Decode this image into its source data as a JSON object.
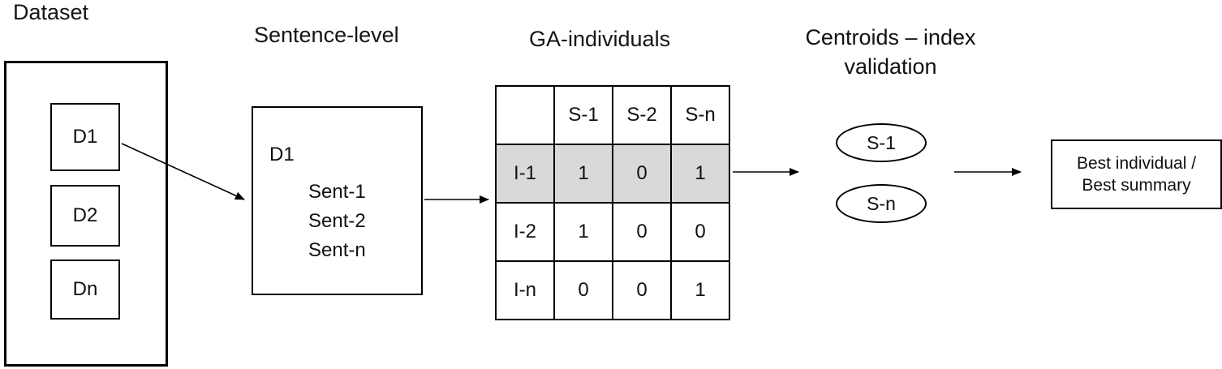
{
  "dataset": {
    "title": "Dataset",
    "items": [
      "D1",
      "D2",
      "Dn"
    ]
  },
  "sentence_level": {
    "title": "Sentence-level",
    "doc_label": "D1",
    "sentences": [
      "Sent-1",
      "Sent-2",
      "Sent-n"
    ]
  },
  "ga_individuals": {
    "title": "GA-individuals",
    "headers": [
      "",
      "S-1",
      "S-2",
      "S-n"
    ],
    "rows": [
      {
        "label": "I-1",
        "values": [
          "1",
          "0",
          "1"
        ],
        "highlighted": true
      },
      {
        "label": "I-2",
        "values": [
          "1",
          "0",
          "0"
        ],
        "highlighted": false
      },
      {
        "label": "I-n",
        "values": [
          "0",
          "0",
          "1"
        ],
        "highlighted": false
      }
    ]
  },
  "centroids": {
    "title_lines": [
      "Centroids – index",
      "validation"
    ],
    "ellipses": [
      "S-1",
      "S-n"
    ]
  },
  "result": {
    "line1": "Best individual /",
    "line2": "Best summary"
  },
  "colors": {
    "highlight_row": "#d9d9d9",
    "line": "#000000",
    "background": "#ffffff"
  }
}
